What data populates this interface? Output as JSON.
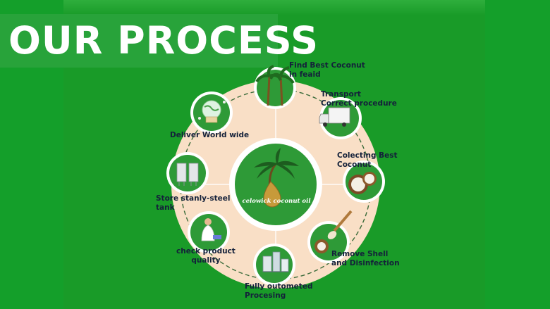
{
  "title": "OUR PROCESS",
  "center": {
    "brand": "celowick coconut oil",
    "icon": "palm-tree-oil-drop-icon"
  },
  "colors": {
    "background": "#149f2a",
    "panel": "#199b28",
    "disc": "#f9dfc6",
    "circle_green": "#2e9a37",
    "label": "#14213a"
  },
  "steps": [
    {
      "label": "Find Best Coconut\nin feaid",
      "icon": "palm-trees-icon"
    },
    {
      "label": "Transport\nCorrect procedure",
      "icon": "truck-icon"
    },
    {
      "label": "Colecting Best\nCoconut",
      "icon": "coconut-icon"
    },
    {
      "label": "Remove Shell\nand Disinfection",
      "icon": "spoon-coconut-icon"
    },
    {
      "label": "Fully outometed\nProcesing",
      "icon": "factory-icon"
    },
    {
      "label": "check product\nquality",
      "icon": "scientist-icon"
    },
    {
      "label": "Store stanly-steel\ntank",
      "icon": "steel-tank-icon"
    },
    {
      "label": "Deliver World wide",
      "icon": "globe-delivery-icon"
    }
  ]
}
